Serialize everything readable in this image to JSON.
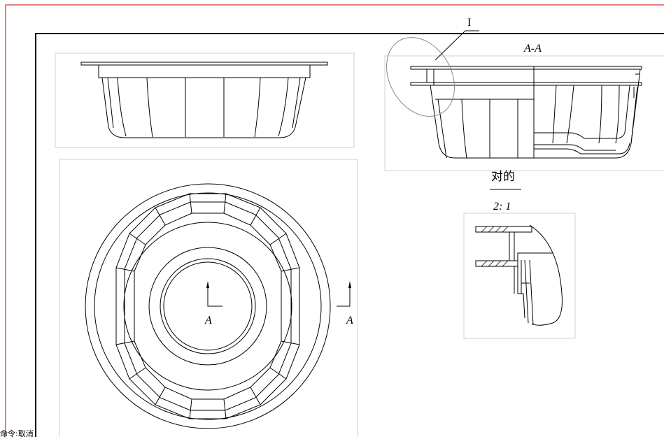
{
  "drawing": {
    "detail_marker": "I",
    "section_label": "A-A",
    "detail_title": "对的",
    "detail_scale": "2: 1",
    "section_arrow_label_1": "A",
    "section_arrow_label_2": "A"
  },
  "status": {
    "command_text": "命令:取消"
  },
  "colors": {
    "background": "#ffffff",
    "line": "#000000",
    "viewport_frame": "#d0d0d0",
    "outer_border": "#cc0000",
    "detail_circle": "#888888"
  }
}
